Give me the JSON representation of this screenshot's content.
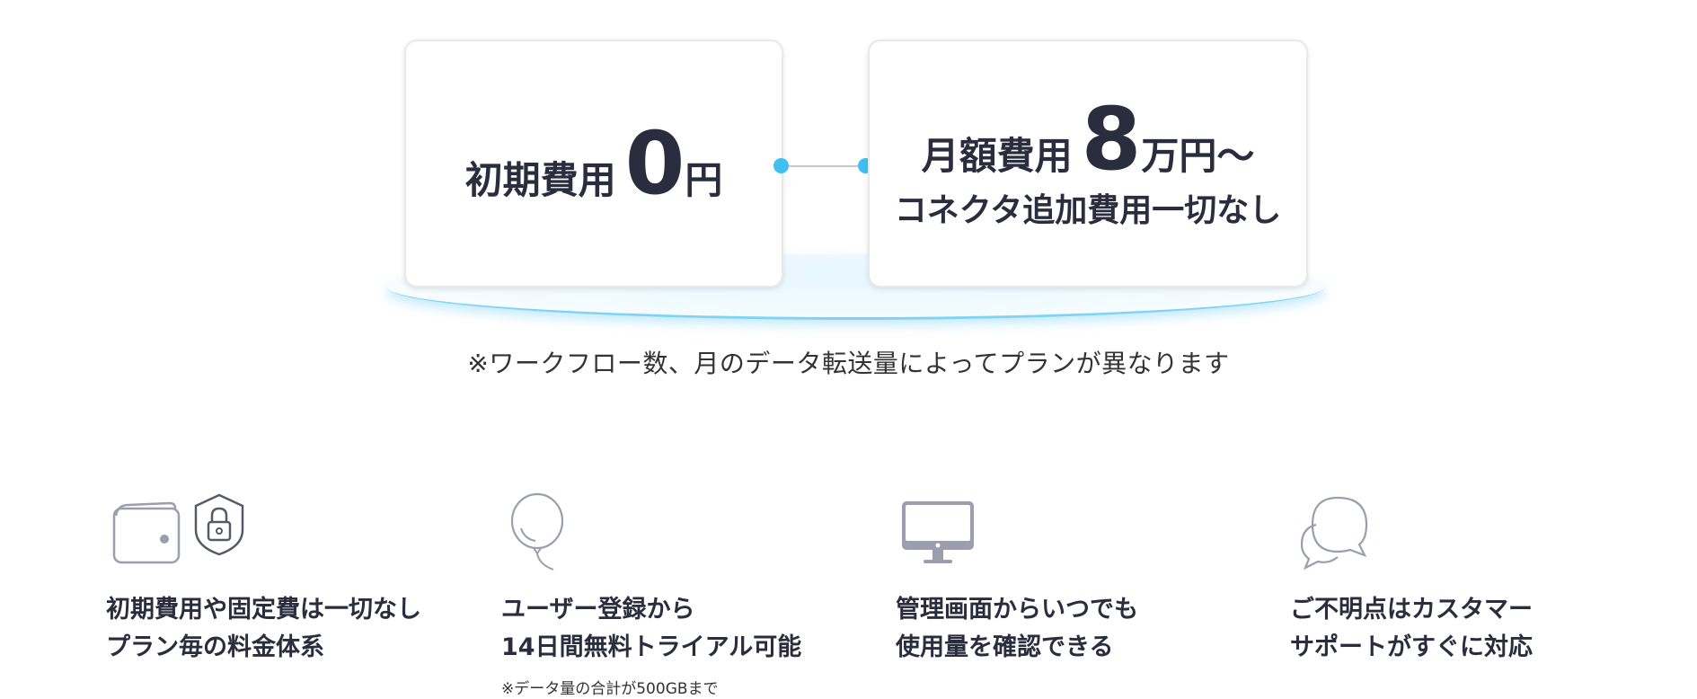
{
  "pricing": {
    "initial": {
      "label": "初期費用",
      "amount": "0",
      "unit": "円"
    },
    "monthly": {
      "label": "月額費用",
      "amount": "8",
      "unit": "万円〜",
      "subtext": "コネクタ追加費用一切なし"
    }
  },
  "note": "※ワークフロー数、月のデータ転送量によってプランが異なります",
  "features": [
    {
      "icons": [
        "wallet-icon",
        "shield-lock-icon"
      ],
      "line1": "初期費用や固定費は一切なし",
      "line2": "プラン毎の料金体系",
      "note": ""
    },
    {
      "icons": [
        "balloon-icon"
      ],
      "line1": "ユーザー登録から",
      "line2": "14日間無料トライアル可能",
      "note": "※データ量の合計が500GBまで"
    },
    {
      "icons": [
        "monitor-icon"
      ],
      "line1": "管理画面からいつでも",
      "line2": "使用量を確認できる",
      "note": ""
    },
    {
      "icons": [
        "chat-bubbles-icon"
      ],
      "line1": "ご不明点はカスタマー",
      "line2": "サポートがすぐに対応",
      "note": ""
    }
  ],
  "colors": {
    "accent": "#3fc0f0",
    "text": "#2a2d3d",
    "icon": "#9a9ead"
  }
}
